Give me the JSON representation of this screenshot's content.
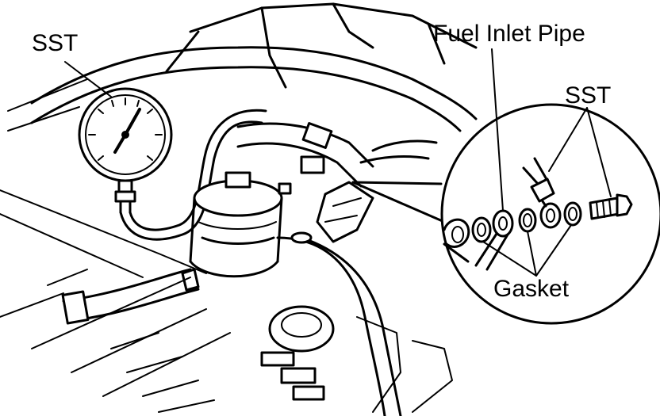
{
  "diagram": {
    "labels": {
      "sst_gauge": "SST",
      "fuel_inlet_pipe": "Fuel Inlet Pipe",
      "sst_bolt": "SST",
      "gasket": "Gasket"
    },
    "colors": {
      "ink": "#000000",
      "paper": "#ffffff"
    }
  }
}
